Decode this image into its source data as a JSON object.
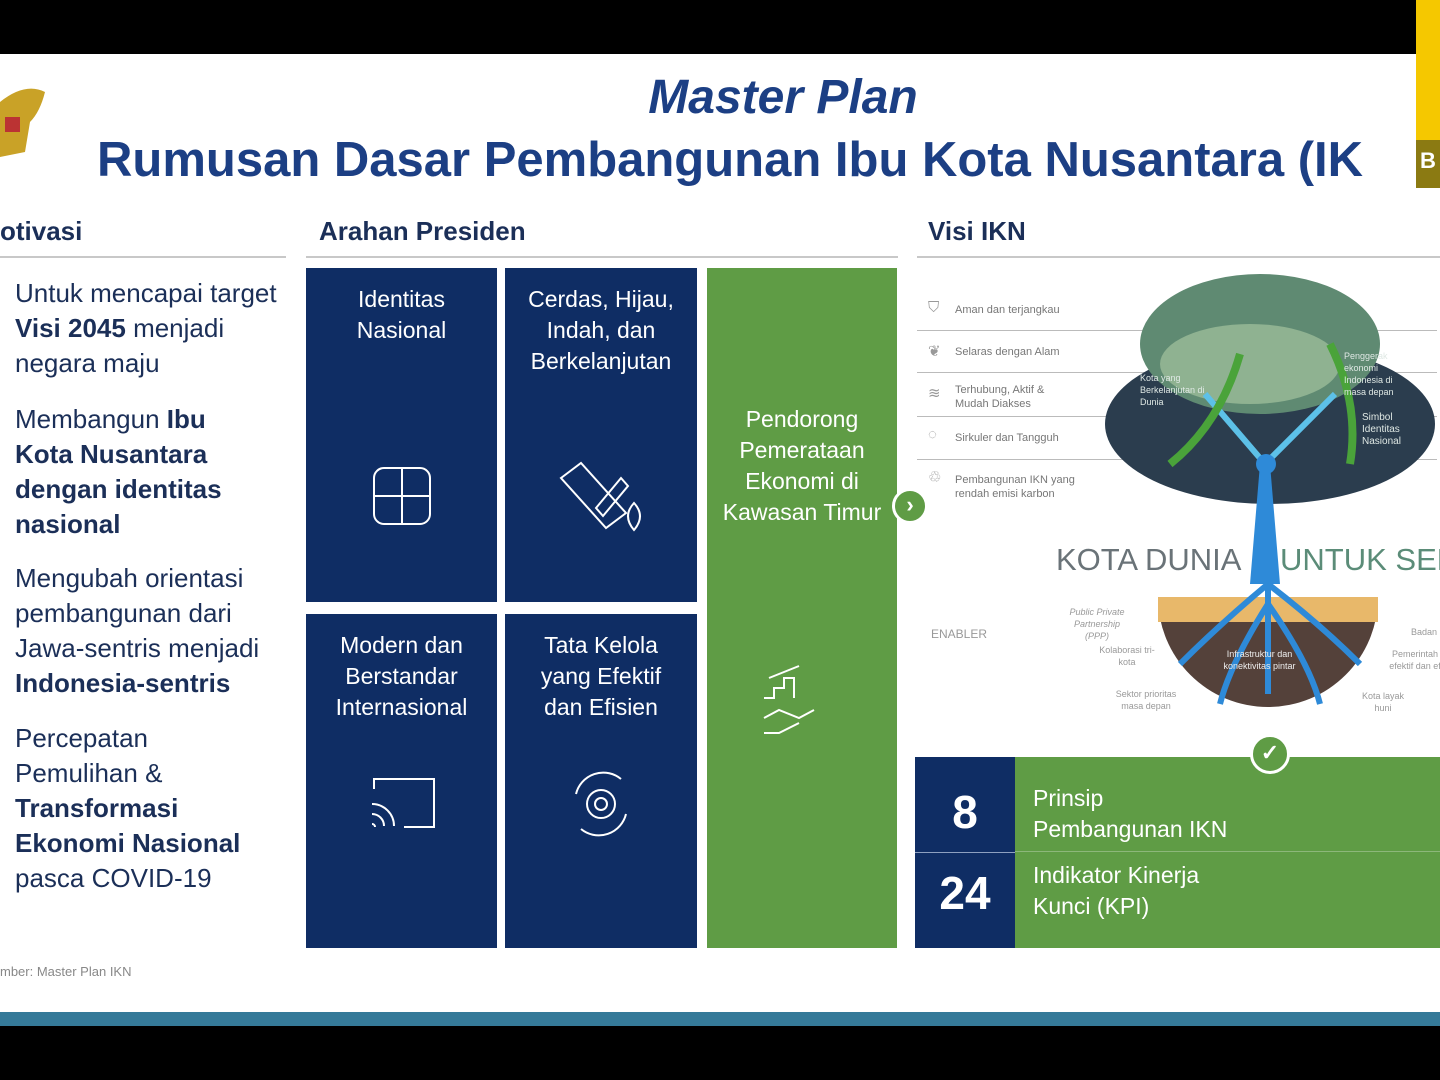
{
  "title_line1": "Master Plan",
  "title_line2": "Rumusan Dasar Pembangunan Ibu Kota Nusantara (IK",
  "corner_badge": "B",
  "sections": {
    "motivasi": "otivasi",
    "arahan": "Arahan Presiden",
    "visi": "Visi IKN"
  },
  "motivasi": [
    {
      "a": "Untuk mencapai target ",
      "b": "Visi 2045",
      "c": " menjadi negara maju"
    },
    {
      "a": "Membangun ",
      "b": "Ibu Kota Nusantara dengan identitas nasional",
      "c": ""
    },
    {
      "a": "Mengubah orientasi pembangunan dari Jawa-sentris menjadi ",
      "b": "Indonesia-sentris",
      "c": ""
    },
    {
      "a": "Percepatan Pemulihan & ",
      "b": "Transformasi Ekonomi Nasional",
      "c": " pasca COVID-19"
    }
  ],
  "arahan": [
    {
      "label": "Identitas Nasional",
      "icon": "hands-unity-icon"
    },
    {
      "label": "Cerdas, Hijau, Indah, dan Berkelanjutan",
      "icon": "ruler-pencil-leaf-icon"
    },
    {
      "label": "Modern dan Berstandar Internasional",
      "icon": "cast-screen-icon"
    },
    {
      "label": "Tata Kelola yang Efektif dan Efisien",
      "icon": "gear-cycle-icon"
    }
  ],
  "pendorong": "Pendorong Pemerataan Ekonomi di Kawasan Timur",
  "visi_items": [
    "Aman dan terjangkau",
    "Selaras dengan Alam",
    "Terhubung, Aktif & Mudah Diakses",
    "Sirkuler dan Tangguh",
    "Pembangunan IKN yang rendah emisi karbon"
  ],
  "tree_labels": {
    "left": "Kota yang Berkelanjutan di Dunia",
    "right_top": "Penggerak ekonomi Indonesia di masa depan",
    "right_bottom": "Simbol Identitas Nasional",
    "kota_dunia": "KOTA DUNIA",
    "untuk": "UNTUK SEM",
    "enabler": "ENABLER",
    "ppp": "Public Private Partnership (PPP)",
    "kolab": "Kolaborasi tri-kota",
    "sektor": "Sektor prioritas masa depan",
    "infra": "Infrastruktur dan konektivitas pintar",
    "badan": "Badan",
    "pemerintah": "Pemerintah efektif dan ef",
    "layak": "Kota layak huni"
  },
  "stats": [
    {
      "num": "8",
      "label": "Prinsip Pembangunan IKN"
    },
    {
      "num": "24",
      "label": "Indikator Kinerja Kunci (KPI)"
    }
  ],
  "source": "mber: Master Plan IKN",
  "colors": {
    "navy": "#0f2d64",
    "green": "#5f9c45",
    "title": "#1c3f84"
  }
}
